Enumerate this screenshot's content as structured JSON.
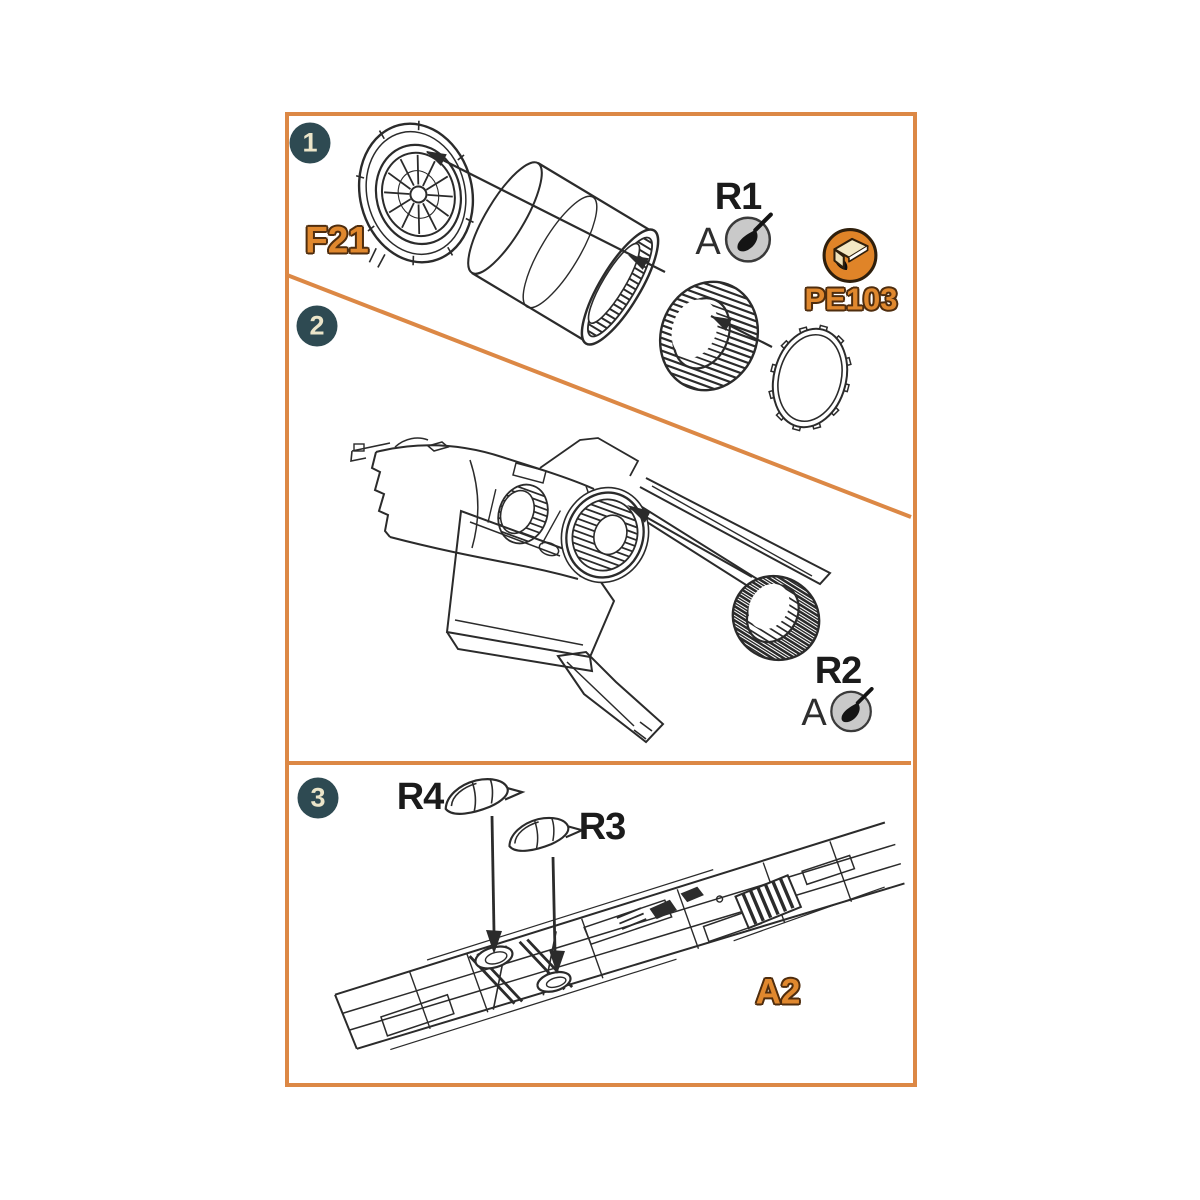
{
  "document_kind": "model-kit-assembly-instructions",
  "panel": {
    "border_color": "#DC8845",
    "background": "#FFFFFF"
  },
  "colors": {
    "accent_orange": "#DC8845",
    "part_label_fill": "#E0882E",
    "part_label_outline": "#4F2D0E",
    "ink": "#2B2B2B",
    "badge_bg": "#2E4A52",
    "badge_text": "#EBE5C9",
    "paint_icon_bg": "#C9C9C9",
    "pe_icon_bg": "#E08428",
    "pe_icon_sheet": "#EFE2BA"
  },
  "sections": [
    {
      "step_number": "1",
      "labels": {
        "resin_part": "F21",
        "paint_ref": "R1",
        "paint_letter": "A",
        "pe_part": "PE103"
      },
      "icons": [
        "paintbrush-icon",
        "pe-part-icon"
      ],
      "drawing": "exploded exhaust nozzle: fan face, exhaust tube, corrugated nozzle ring, photo-etched tabbed ring on one assembly axis with arrows"
    },
    {
      "step_number": "2",
      "labels": {
        "paint_ref": "R2",
        "paint_letter": "A"
      },
      "icons": [
        "paintbrush-icon"
      ],
      "drawing": "rear fuselage with tail surfaces; corrugated ring R2 inserted into exhaust opening along arrow"
    },
    {
      "step_number": "3",
      "labels": {
        "scoop_left": "R4",
        "scoop_right": "R3",
        "kit_part": "A2"
      },
      "icons": [],
      "drawing": "fuselage underside A2 with two oval openings; scoops R4 and R3 placed with vertical arrows"
    }
  ]
}
